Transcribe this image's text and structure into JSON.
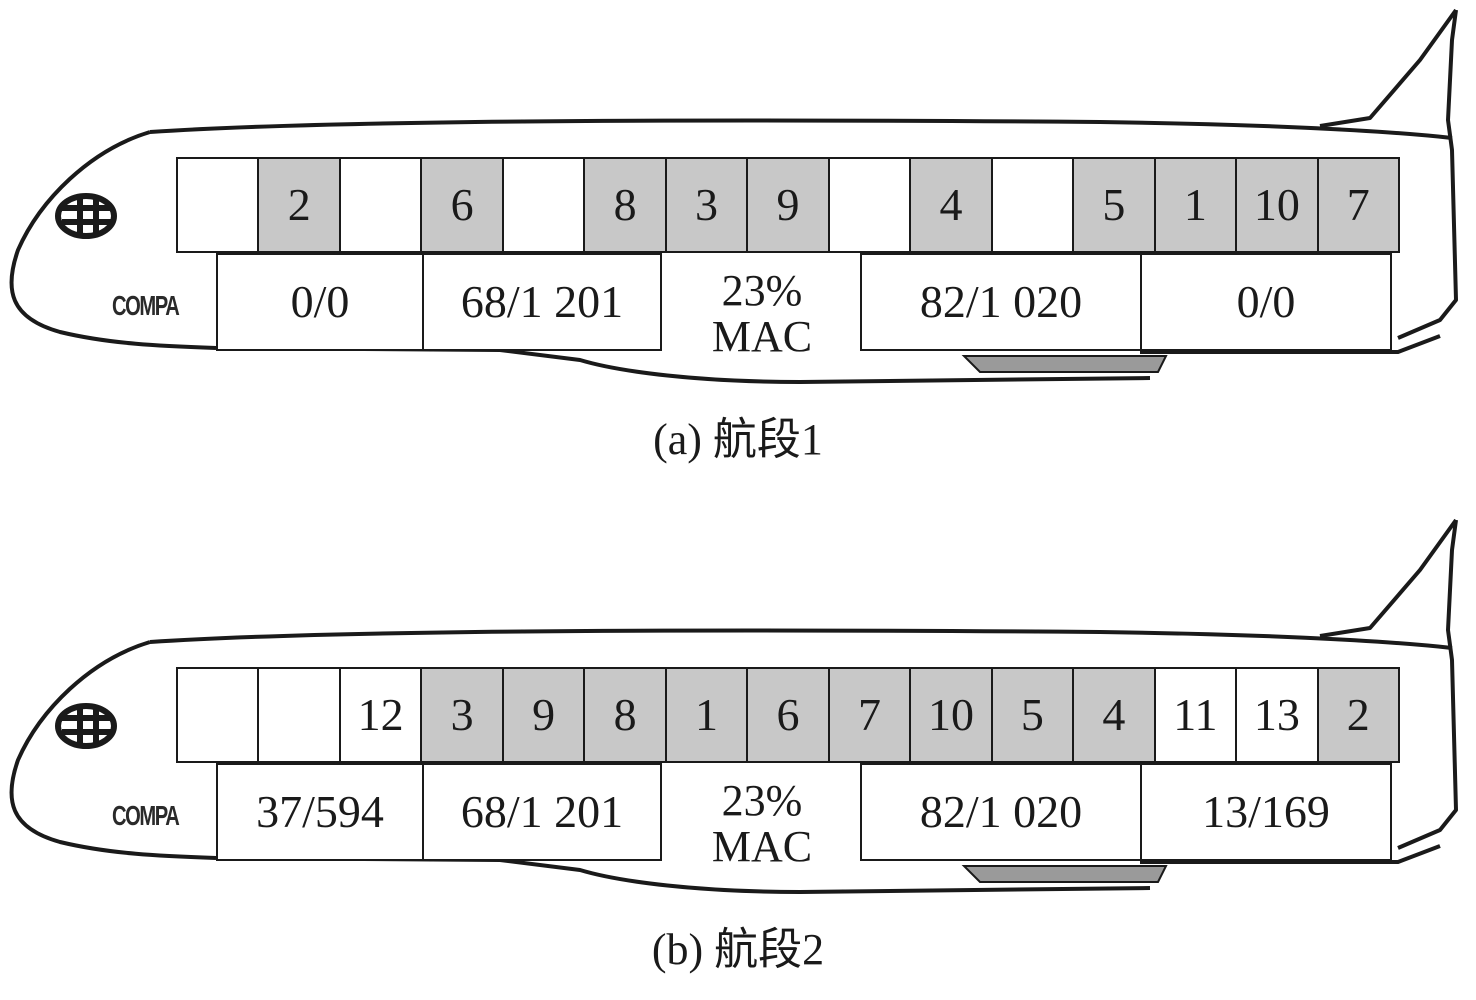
{
  "panels": [
    {
      "caption": "(a) 航段1",
      "logo_text": "COMPA",
      "positions": [
        {
          "label": "",
          "loaded": false
        },
        {
          "label": "2",
          "loaded": true
        },
        {
          "label": "",
          "loaded": false
        },
        {
          "label": "6",
          "loaded": true
        },
        {
          "label": "",
          "loaded": false
        },
        {
          "label": "8",
          "loaded": true
        },
        {
          "label": "3",
          "loaded": true
        },
        {
          "label": "9",
          "loaded": true
        },
        {
          "label": "",
          "loaded": false
        },
        {
          "label": "4",
          "loaded": true
        },
        {
          "label": "",
          "loaded": false
        },
        {
          "label": "5",
          "loaded": true
        },
        {
          "label": "1",
          "loaded": true
        },
        {
          "label": "10",
          "loaded": true
        },
        {
          "label": "7",
          "loaded": true
        }
      ],
      "holds": [
        "0/0",
        "68/1 201",
        "82/1 020",
        "0/0"
      ],
      "mac_value": "23%",
      "mac_label": "MAC"
    },
    {
      "caption": "(b) 航段2",
      "logo_text": "COMPA",
      "positions": [
        {
          "label": "",
          "loaded": false
        },
        {
          "label": "",
          "loaded": false
        },
        {
          "label": "12",
          "loaded": false
        },
        {
          "label": "3",
          "loaded": true
        },
        {
          "label": "9",
          "loaded": true
        },
        {
          "label": "8",
          "loaded": true
        },
        {
          "label": "1",
          "loaded": true
        },
        {
          "label": "6",
          "loaded": true
        },
        {
          "label": "7",
          "loaded": true
        },
        {
          "label": "10",
          "loaded": true
        },
        {
          "label": "5",
          "loaded": true
        },
        {
          "label": "4",
          "loaded": true
        },
        {
          "label": "11",
          "loaded": false
        },
        {
          "label": "13",
          "loaded": false
        },
        {
          "label": "2",
          "loaded": true
        }
      ],
      "holds": [
        "37/594",
        "68/1 201",
        "82/1 020",
        "13/169"
      ],
      "mac_value": "23%",
      "mac_label": "MAC"
    }
  ],
  "colors": {
    "loaded_fill": "#c8c8c8",
    "empty_fill": "#ffffff",
    "outline": "#1a1a1a"
  }
}
